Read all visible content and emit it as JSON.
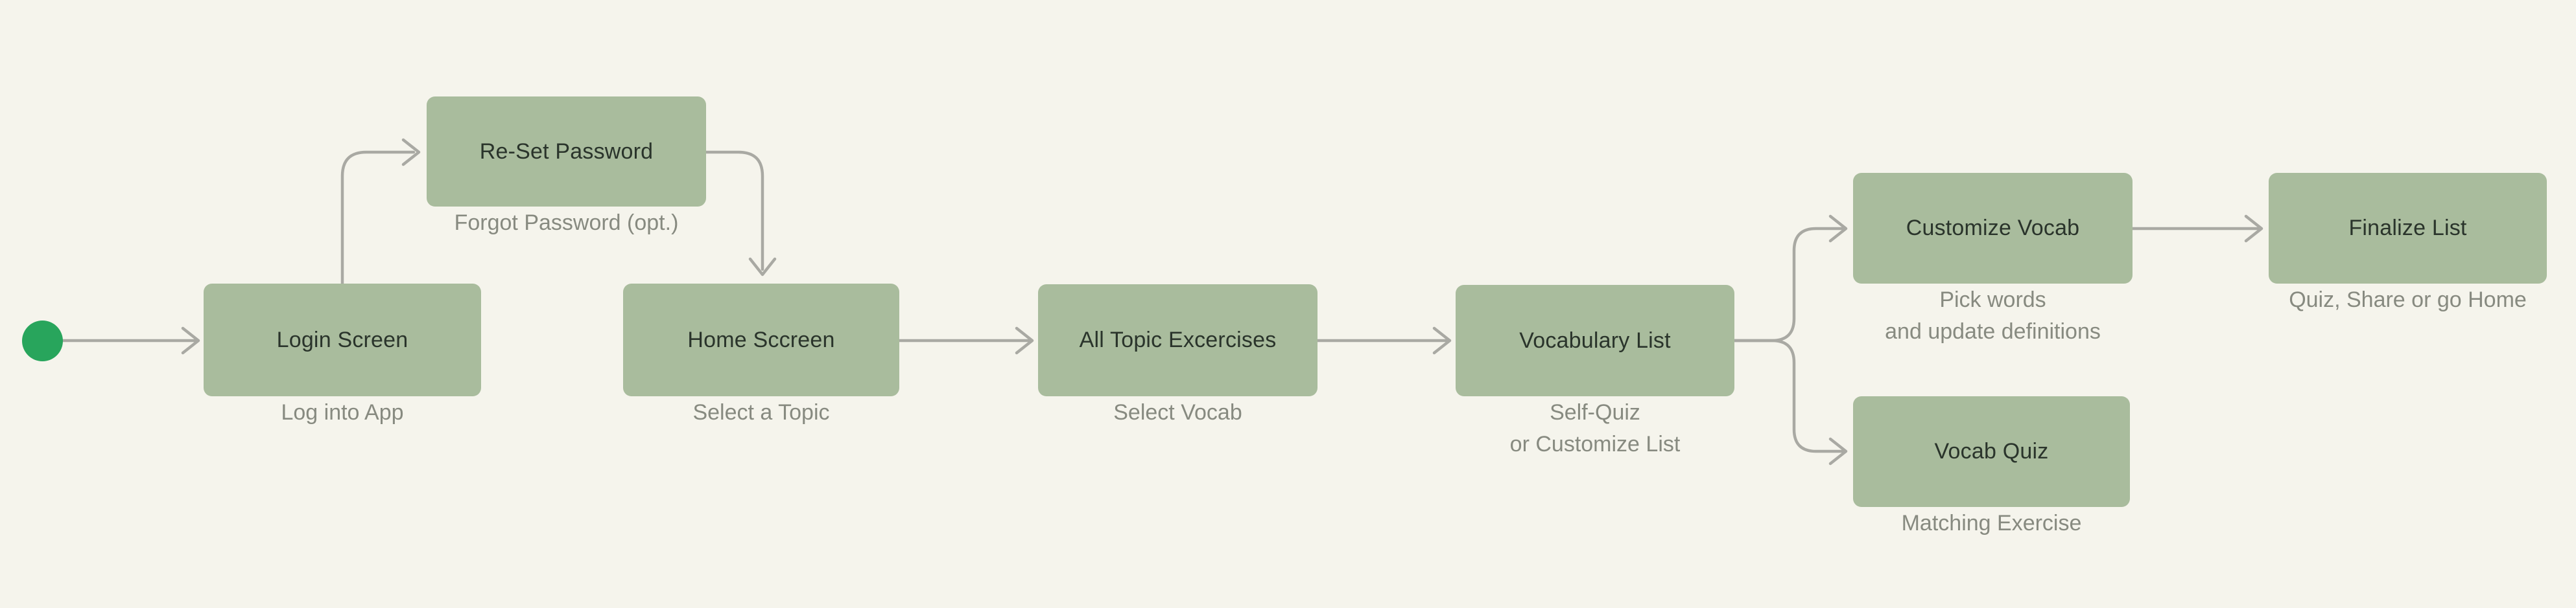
{
  "diagram": {
    "type": "flowchart",
    "start_node": {
      "shape": "circle",
      "color": "#28a55c"
    },
    "nodes": {
      "login": {
        "label": "Login Screen",
        "caption": "Log into App"
      },
      "reset_password": {
        "label": "Re-Set Password",
        "caption": "Forgot Password (opt.)"
      },
      "home": {
        "label": "Home Sccreen",
        "caption": "Select a Topic"
      },
      "all_topic_exercises": {
        "label": "All Topic Excercises",
        "caption": "Select Vocab"
      },
      "vocabulary_list": {
        "label": "Vocabulary List",
        "caption_line1": "Self-Quiz",
        "caption_line2": "or Customize List"
      },
      "customize_vocab": {
        "label": "Customize Vocab",
        "caption_line1": "Pick words",
        "caption_line2": "and update definitions"
      },
      "finalize_list": {
        "label": "Finalize List",
        "caption": "Quiz, Share or go Home"
      },
      "vocab_quiz": {
        "label": "Vocab Quiz",
        "caption": "Matching Exercise"
      }
    },
    "connections": [
      "start -> login",
      "login -> reset_password",
      "reset_password -> home",
      "home -> all_topic_exercises",
      "all_topic_exercises -> vocabulary_list",
      "vocabulary_list -> customize_vocab",
      "vocabulary_list -> vocab_quiz",
      "customize_vocab -> finalize_list"
    ],
    "colors": {
      "background": "#f5f4ec",
      "node_fill": "#a9bc9d",
      "node_text": "#2a342b",
      "caption_text": "#878a80",
      "connector": "#a9a9a3",
      "start_node": "#28a55c"
    }
  }
}
